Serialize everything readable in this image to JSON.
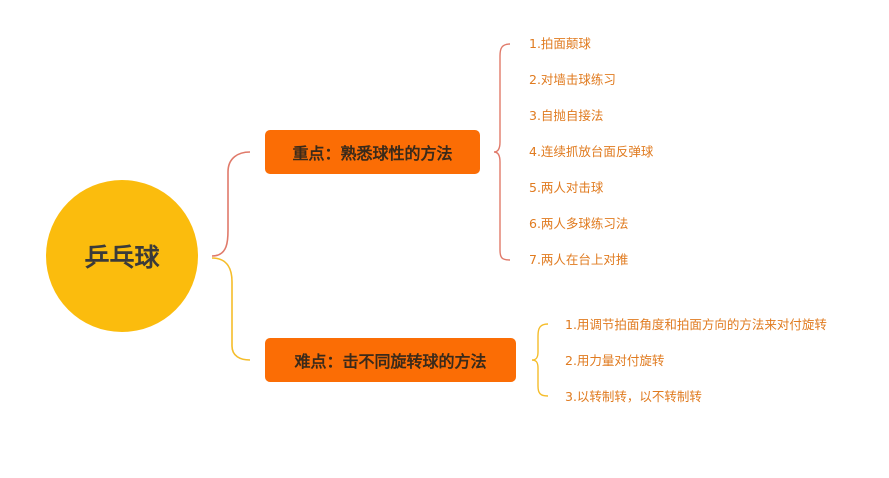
{
  "root": {
    "label": "乒乓球"
  },
  "topics": [
    {
      "label": "重点：熟悉球性的方法",
      "items": [
        "1.拍面颠球",
        "2.对墙击球练习",
        "3.自抛自接法",
        "4.连续抓放台面反弹球",
        "5.两人对击球",
        "6.两人多球练习法",
        "7.两人在台上对推"
      ]
    },
    {
      "label": "难点：击不同旋转球的方法",
      "items": [
        "1.用调节拍面角度和拍面方向的方法来对付旋转",
        "2.用力量对付旋转",
        "3.以转制转，以不转制转"
      ]
    }
  ],
  "colors": {
    "root_fill": "#fbbc0d",
    "topic_fill": "#fb6d05",
    "topic_text": "#3a2a1a",
    "leaf_text": "#e07b20",
    "branch_upper": "#e07a6a",
    "branch_lower": "#f5bd2a"
  }
}
